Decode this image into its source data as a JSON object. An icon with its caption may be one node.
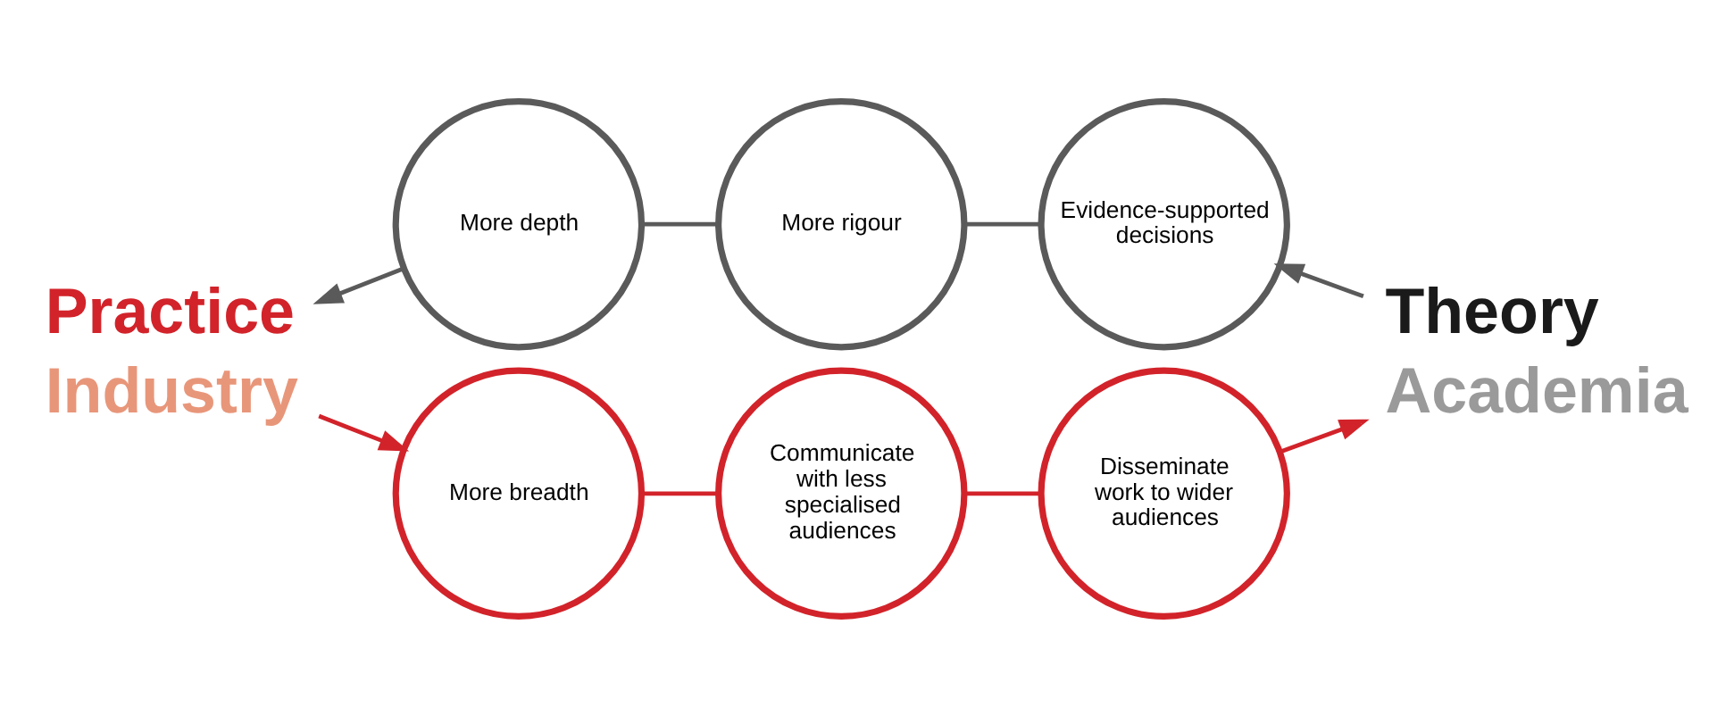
{
  "diagram": {
    "nodes": [
      {
        "text": [
          "Practice",
          "Industry"
        ]
      },
      {
        "text": [
          "More depth"
        ]
      },
      {
        "text": [
          "More rigour"
        ]
      },
      {
        "text": [
          "Evidence-supported decisions"
        ]
      },
      {
        "text": [
          "Theory",
          "Academia"
        ]
      },
      {
        "text": [
          "More breadth"
        ]
      },
      {
        "text": [
          "Communicate with less specialised audiences"
        ]
      },
      {
        "text": [
          "Disseminate work to wider audiences"
        ]
      }
    ],
    "edges": [
      {
        "from": 4,
        "to": 3,
        "arrow": "to",
        "color": "#5a5a5a"
      },
      {
        "from": 3,
        "to": 2,
        "arrow": "none",
        "color": "#5a5a5a"
      },
      {
        "from": 2,
        "to": 1,
        "arrow": "none",
        "color": "#5a5a5a"
      },
      {
        "from": 1,
        "to": 0,
        "arrow": "to",
        "color": "#5a5a5a"
      },
      {
        "from": 0,
        "to": 5,
        "arrow": "to",
        "color": "#d2232a"
      },
      {
        "from": 5,
        "to": 6,
        "arrow": "none",
        "color": "#d2232a"
      },
      {
        "from": 6,
        "to": 7,
        "arrow": "none",
        "color": "#d2232a"
      },
      {
        "from": 7,
        "to": 4,
        "arrow": "to",
        "color": "#d2232a"
      }
    ]
  }
}
